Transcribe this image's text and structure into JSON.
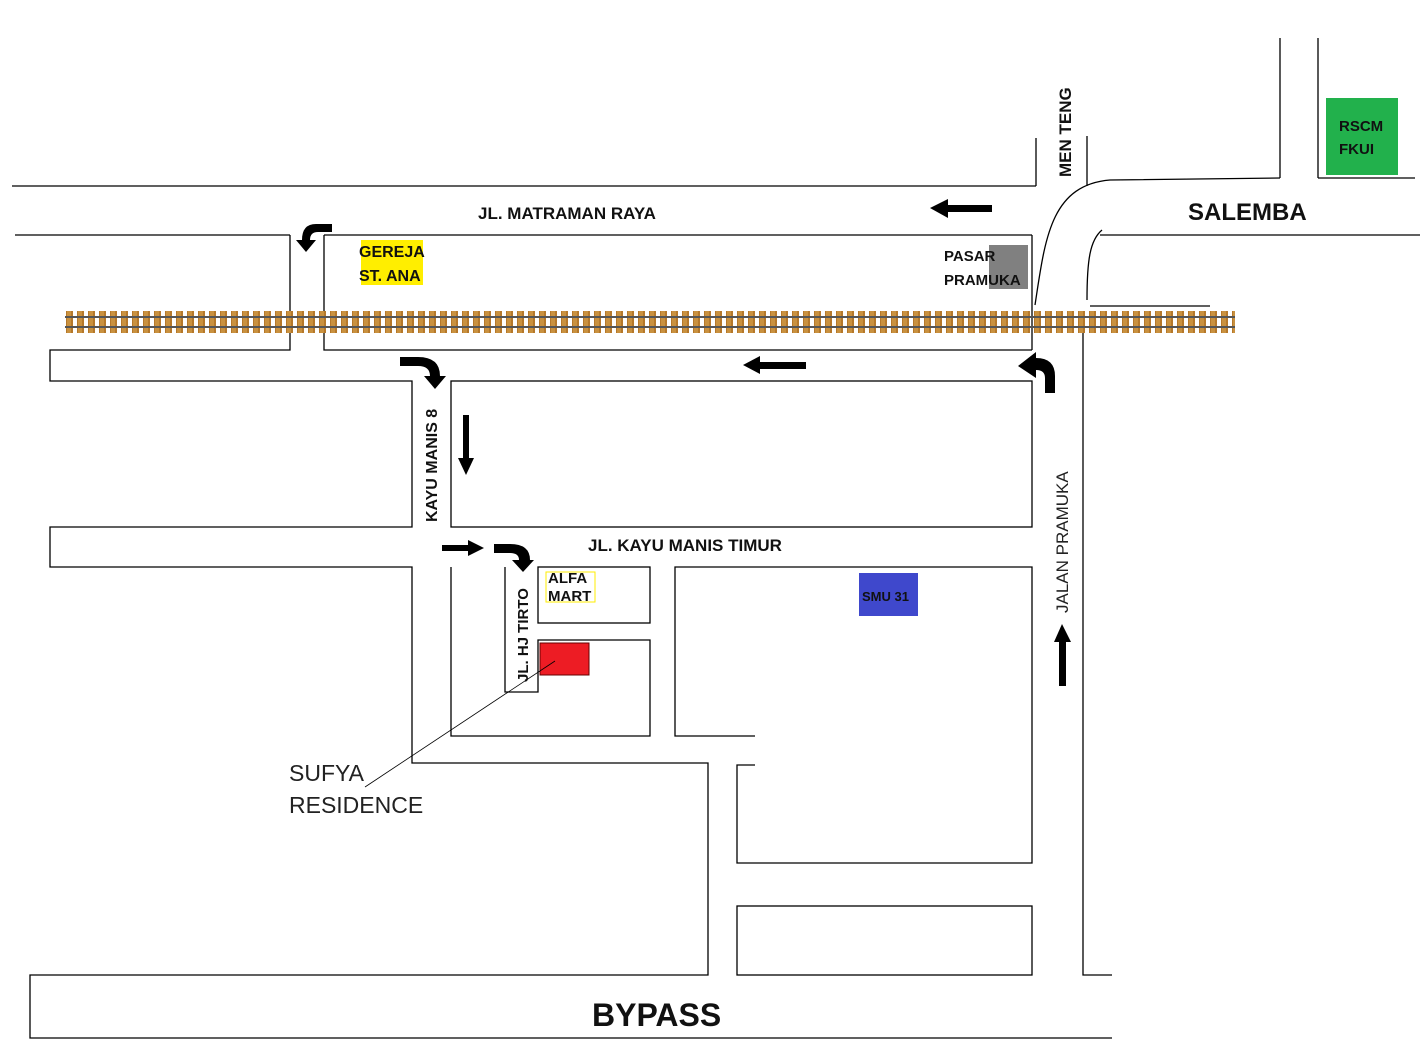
{
  "streets": {
    "matraman": "JL. MATRAMAN RAYA",
    "salemba": "SALEMBA",
    "menteng": "MEN TENG",
    "kayu_manis_8": "KAYU MANIS 8",
    "kayu_manis_timur": "JL. KAYU MANIS TIMUR",
    "hj_tirto": "JL. HJ TIRTO",
    "pramuka": "JALAN PRAMUKA",
    "bypass": "BYPASS"
  },
  "landmarks": {
    "gereja_1": "GEREJA",
    "gereja_2": "ST. ANA",
    "pasar_1": "PASAR",
    "pasar_2": "PRAMUKA",
    "rscm_1": "RSCM",
    "rscm_2": "FKUI",
    "alfa_1": "ALFA",
    "alfa_2": "MART",
    "smu": "SMU 31",
    "residence_1": "SUFYA",
    "residence_2": "RESIDENCE"
  },
  "colors": {
    "gereja": "#ffee00",
    "pasar": "#808080",
    "rscm": "#22b14c",
    "smu": "#3f48cc",
    "residence": "#ed1c24",
    "rail": "#b5782a"
  }
}
